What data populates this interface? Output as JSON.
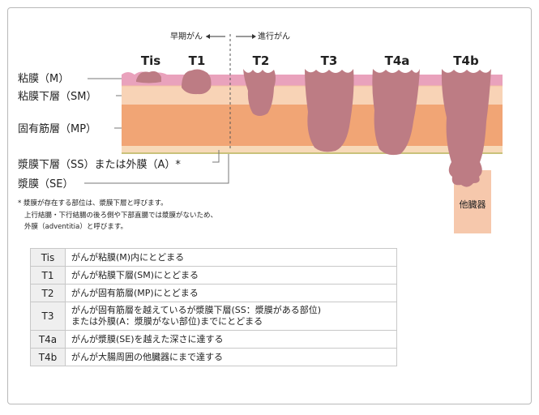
{
  "direction": {
    "early": "早期がん",
    "advanced": "進行がん"
  },
  "stages": [
    "Tis",
    "T1",
    "T2",
    "T3",
    "T4a",
    "T4b"
  ],
  "layers": {
    "mucosa": "粘膜（M）",
    "submucosa": "粘膜下層（SM）",
    "muscle": "固有筋層（MP）",
    "subserosa": "漿膜下層（SS）または外膜（A）*",
    "serosa": "漿膜（SE）"
  },
  "other_organ": "他臓器",
  "note": {
    "line1": "* 漿膜が存在する部位は、漿膜下層と呼びます。",
    "line2": "上行結腸・下行結腸の後ろ側や下部直腸では漿膜がないため、",
    "line3": "外膜（adventitia）と呼びます。"
  },
  "table": [
    {
      "code": "Tis",
      "description": "がんが粘膜(M)内にとどまる"
    },
    {
      "code": "T1",
      "description": "がんが粘膜下層(SM)にとどまる"
    },
    {
      "code": "T2",
      "description": "がんが固有筋層(MP)にとどまる"
    },
    {
      "code": "T3",
      "description": "がんが固有筋層を越えているが漿膜下層(SS：漿膜がある部位)",
      "description2": "または外膜(A：漿膜がない部位)までにとどまる"
    },
    {
      "code": "T4a",
      "description": "がんが漿膜(SE)を越えた深さに達する"
    },
    {
      "code": "T4b",
      "description": "がんが大腸周囲の他臓器にまで達する"
    }
  ],
  "colors": {
    "mucosa": "#e9a2bc",
    "submucosa": "#f8d3b6",
    "muscle": "#f1a575",
    "subserosa": "#f7d9b8",
    "serosa_line": "#c9c27a",
    "tumor": "#bd7c84",
    "organ": "#f6c8ac",
    "table_header": "#efefef",
    "table_border": "#c8c8c8"
  }
}
